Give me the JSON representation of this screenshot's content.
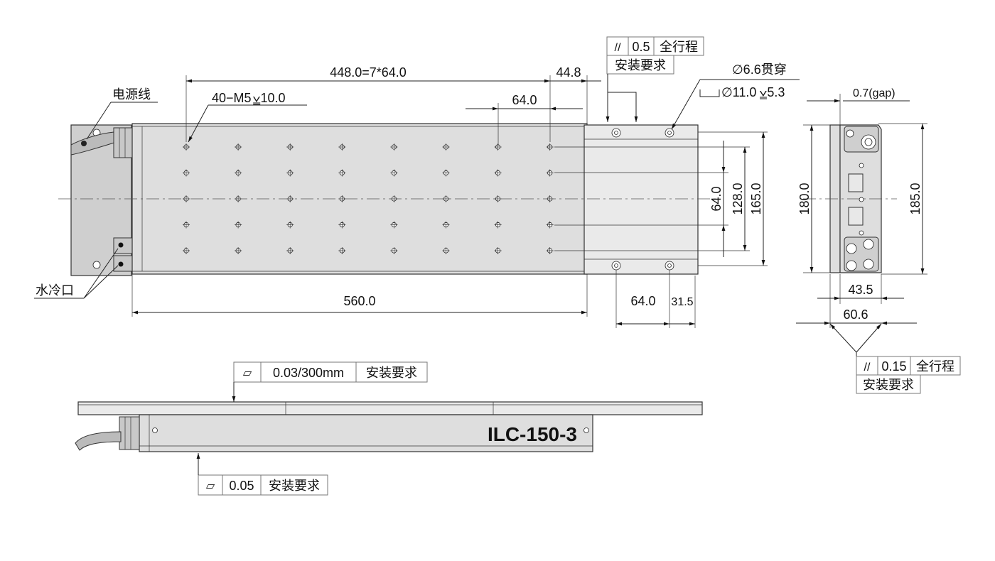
{
  "labels": {
    "power_cable": "电源线",
    "water_cooling": "水冷口",
    "model": "ILC-150-3"
  },
  "dimensions": {
    "pitch_total": "448.0=7*64.0",
    "offset_end": "44.8",
    "tapped_holes": "40−M5",
    "tapped_depth": "10.0",
    "pitch": "64.0",
    "through_hole": "∅6.6贯穿",
    "counterbore_dia": "∅11.0",
    "counterbore_depth": "5.3",
    "gap": "0.7(gap)",
    "length_total": "560.0",
    "stage_pitch": "64.0",
    "stage_end": "31.5",
    "hole_span_y": "64.0",
    "width_128": "128.0",
    "width_165": "165.0",
    "height_180": "180.0",
    "height_185": "185.0",
    "side_43_5": "43.5",
    "side_60_6": "60.6"
  },
  "tolerances": {
    "parallel_top": {
      "symbol": "//",
      "value": "0.5",
      "scope": "全行程",
      "note": "安装要求"
    },
    "parallel_side": {
      "symbol": "//",
      "value": "0.15",
      "scope": "全行程",
      "note": "安装要求"
    },
    "flatness_top": {
      "symbol": "▱",
      "value": "0.03/300mm",
      "note": "安装要求"
    },
    "flatness_bottom": {
      "symbol": "▱",
      "value": "0.05",
      "note": "安装要求"
    }
  },
  "colors": {
    "body": "#dedede",
    "line": "#222222"
  }
}
